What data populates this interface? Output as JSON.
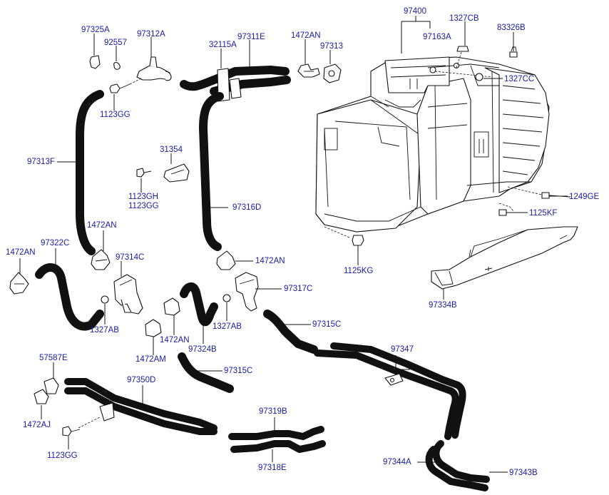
{
  "labels": {
    "p97325A": "97325A",
    "p92557": "92557",
    "p97312A": "97312A",
    "p1123GG_a": "1123GG",
    "p32115A": "32115A",
    "p97311E": "97311E",
    "p1472AN_top": "1472AN",
    "p97313": "97313",
    "p97400": "97400",
    "p1327CB": "1327CB",
    "p97163A": "97163A",
    "p83326B": "83326B",
    "p1327CC": "1327CC",
    "p97313F": "97313F",
    "p31354": "31354",
    "p1123GH": "1123GH",
    "p1123GG_b": "1123GG",
    "p97316D": "97316D",
    "p1249GE": "1249GE",
    "p1125KF": "1125KF",
    "p1472AN_l": "1472AN",
    "p1472AN_ml": "1472AN",
    "p97322C": "97322C",
    "p97314C": "97314C",
    "p1472AN_mr": "1472AN",
    "p1125KG": "1125KG",
    "p97317C": "97317C",
    "p97334B": "97334B",
    "p1327AB_a": "1327AB",
    "p1472AN_c": "1472AN",
    "p1327AB_b": "1327AB",
    "p97315C_a": "97315C",
    "p1472AM": "1472AM",
    "p97324B": "97324B",
    "p97347": "97347",
    "p57587E": "57587E",
    "p97315C_b": "97315C",
    "p97350D": "97350D",
    "p97319B": "97319B",
    "p1472AJ": "1472AJ",
    "p1123GG_c": "1123GG",
    "p97344A": "97344A",
    "p97343B": "97343B",
    "p97318E": "97318E"
  },
  "colors": {
    "label_text": "#1a1aa8",
    "line_art": "#111111",
    "background": "#ffffff"
  }
}
